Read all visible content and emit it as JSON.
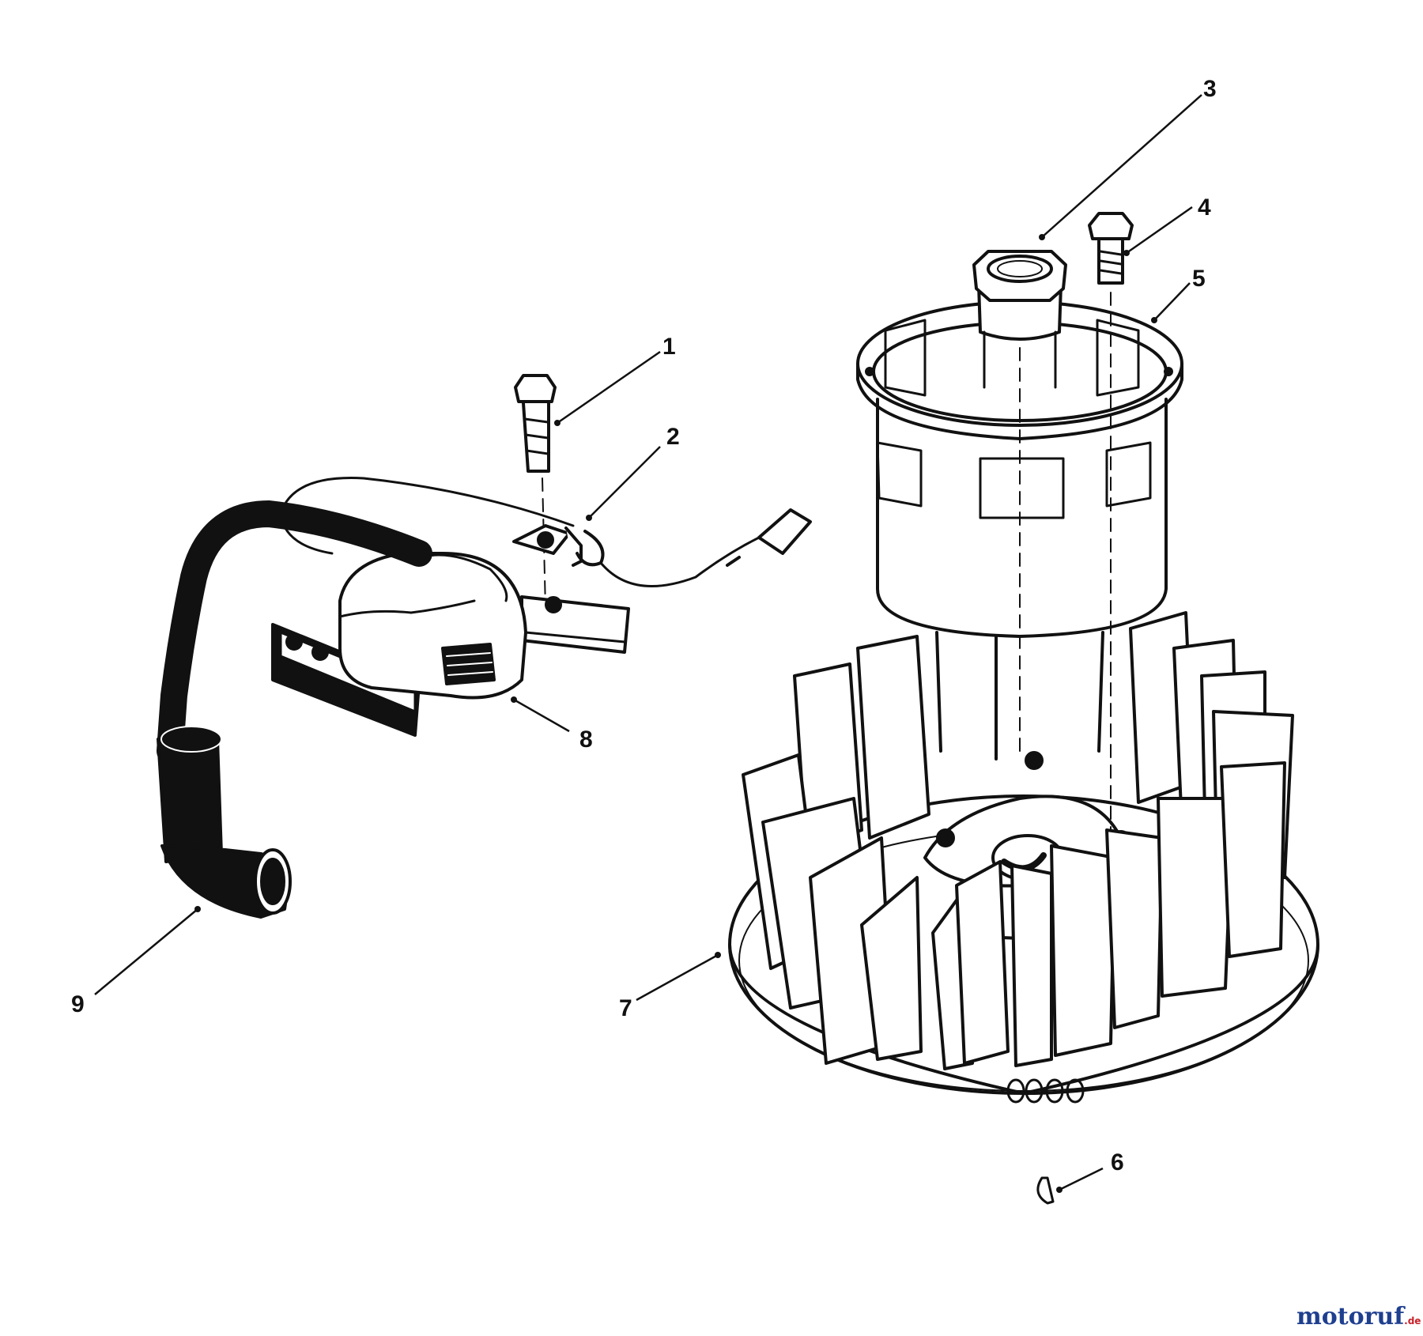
{
  "diagram": {
    "callouts": [
      {
        "id": "1",
        "label": "1"
      },
      {
        "id": "2",
        "label": "2"
      },
      {
        "id": "3",
        "label": "3"
      },
      {
        "id": "4",
        "label": "4"
      },
      {
        "id": "5",
        "label": "5"
      },
      {
        "id": "6",
        "label": "6"
      },
      {
        "id": "7",
        "label": "7"
      },
      {
        "id": "8",
        "label": "8"
      },
      {
        "id": "9",
        "label": "9"
      }
    ]
  },
  "watermark": {
    "text": "motoruf",
    "suffix": ".de",
    "colors": {
      "blue": "#1f3f8f",
      "red": "#c8202a",
      "orange": "#f08a1c"
    }
  }
}
